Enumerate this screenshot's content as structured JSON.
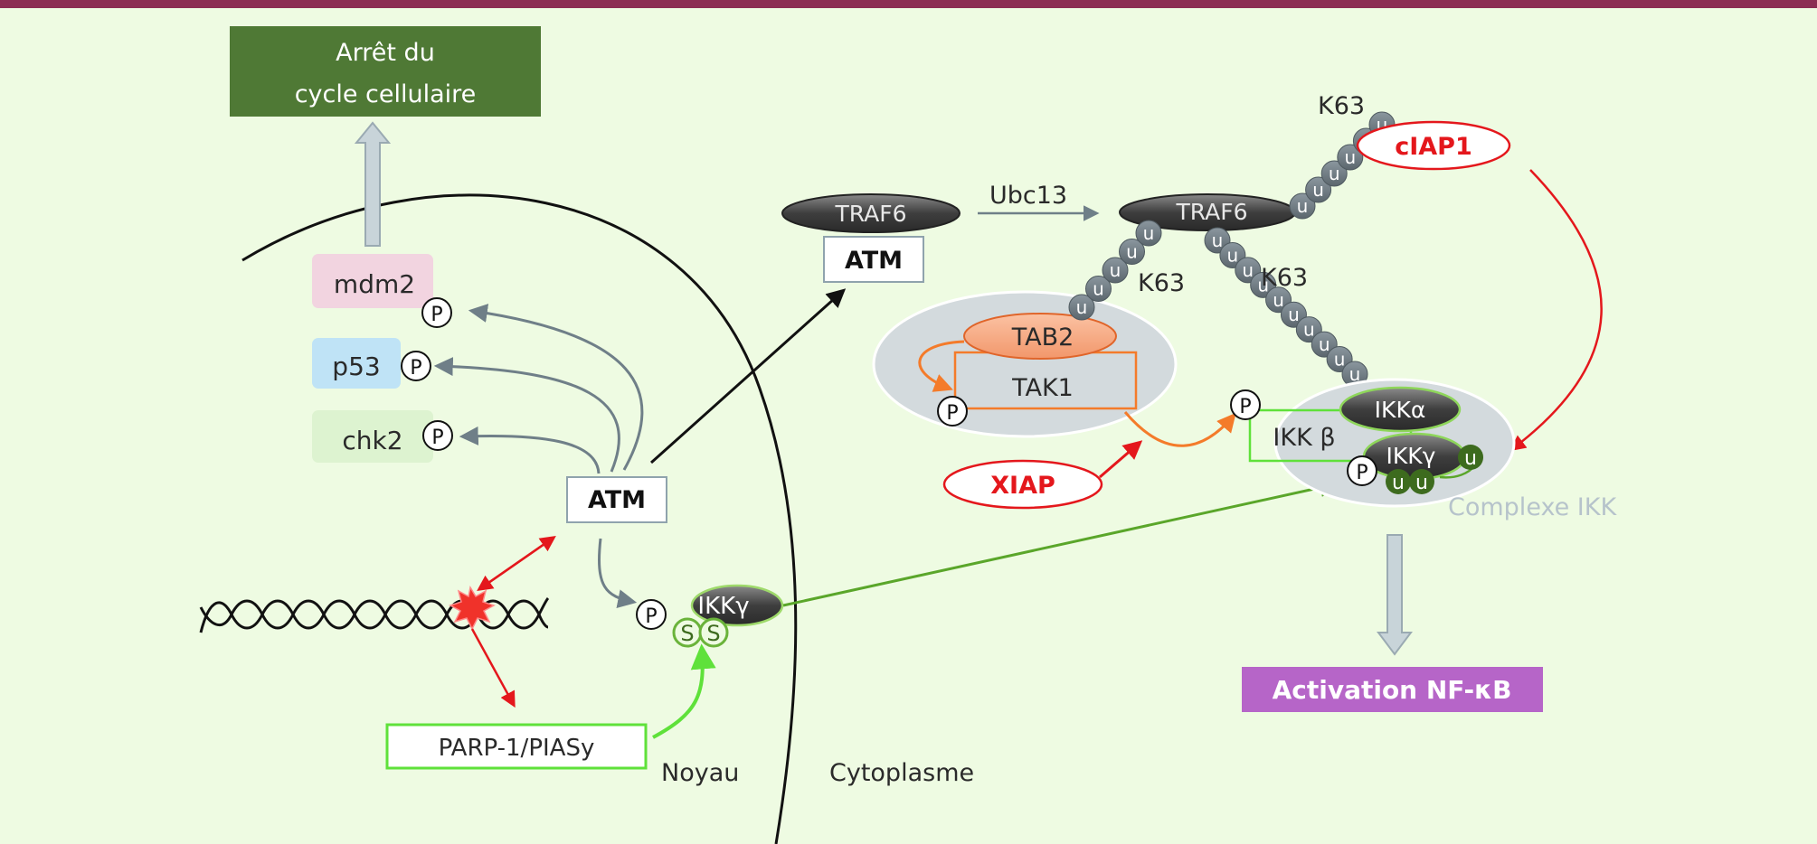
{
  "colors": {
    "background": "#eefbe2",
    "top_bar": "#8c2d53",
    "cycle_box": "#4f7935",
    "nfkb_box": "#b665c8",
    "grey_arrow": "#6f7f88",
    "ubiquitin": "#6e7a82",
    "red": "#e4171c",
    "green": "#74c34a",
    "orange": "#f47b2a",
    "dark_green": "#3d6b1e"
  },
  "labels": {
    "cycle_line1": "Arrêt du",
    "cycle_line2": "cycle cellulaire",
    "mdm2": "mdm2",
    "p53": "p53",
    "chk2": "chk2",
    "atm_nuclear": "ATM",
    "atm_traf": "ATM",
    "traf6_left": "TRAF6",
    "traf6_right": "TRAF6",
    "ubc13": "Ubc13",
    "tab2": "TAB2",
    "tak1": "TAK1",
    "k63_top": "K63",
    "k63_mid": "K63",
    "k63_right": "K63",
    "ciap1": "cIAP1",
    "xiap": "XIAP",
    "ikk_alpha": "IKKα",
    "ikk_beta": "IKK β",
    "ikk_gamma_complex": "IKKγ",
    "ikk_gamma_nuclear": "IKKγ",
    "complexe_ikk": "Complexe IKK",
    "activation": "Activation NF-κB",
    "parp": "PARP-1/PIASy",
    "noyau": "Noyau",
    "cytoplasme": "Cytoplasme",
    "phospho": "P",
    "sumo": "S",
    "ubiquitin": "u"
  }
}
